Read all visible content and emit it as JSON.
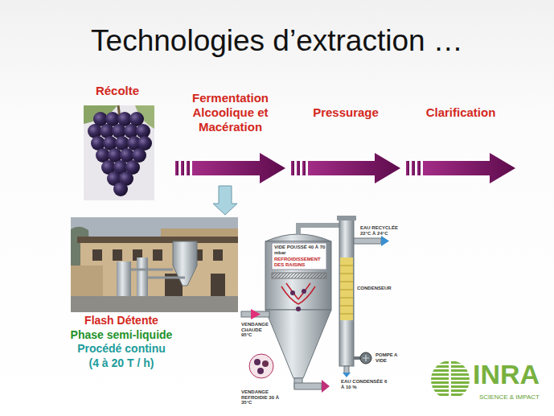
{
  "diagram": {
    "title": "Technologies d’extraction …",
    "nodes": [
      {
        "text": [
          "Récolte"
        ]
      },
      {
        "text": [
          "Fermentation Alcoolique et Macération"
        ]
      },
      {
        "text": [
          "Pressurage"
        ]
      },
      {
        "text": [
          "Clarification"
        ]
      },
      {
        "text": [
          "Flash Détente",
          "Phase semi-liquide",
          "Procédé continu (4 à 20 T / h)"
        ]
      }
    ],
    "edges": [
      {
        "from": 1,
        "to": 4,
        "arrow": "to"
      }
    ],
    "labels": [
      "VIDE POUSSÉ 40 À 70 mbar",
      "REFROIDISSEMENT DES RAISINS",
      "EAU RECYCLÉE 22°C À 24°C",
      "CONDENSEUR",
      "VENDANGE CHAUDE 95°C",
      "POMPE A VIDE",
      "VENDANGE REFROIDIE 30 À 35°C",
      "EAU CONDENSÉE 6 À 10 %",
      "INRA",
      "SCIENCE & IMPACT"
    ]
  }
}
